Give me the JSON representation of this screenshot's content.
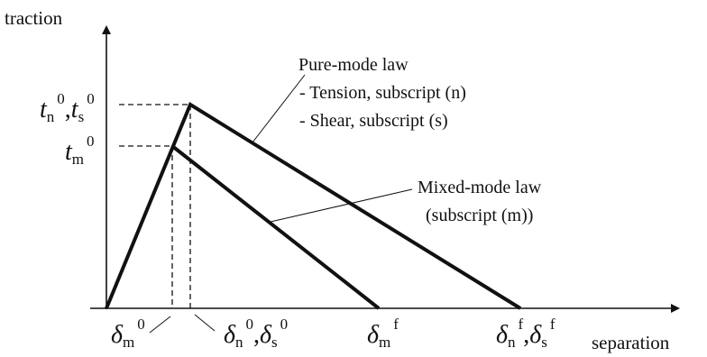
{
  "axes": {
    "y_title": "traction",
    "x_title": "separation"
  },
  "labels": {
    "t_ns": {
      "t": "t",
      "n": "n",
      "zero1": "0",
      "comma": ",",
      "t2": "t",
      "s": "s",
      "zero2": "0"
    },
    "t_m": {
      "t": "t",
      "m": "m",
      "zero": "0"
    },
    "d_m0": {
      "d": "δ",
      "m": "m",
      "zero": "0"
    },
    "d_ns0": {
      "d": "δ",
      "n": "n",
      "zero1": "0",
      "comma": ",",
      "d2": "δ",
      "s": "s",
      "zero2": "0"
    },
    "d_mf": {
      "d": "δ",
      "m": "m",
      "f": "f"
    },
    "d_nsf": {
      "d": "δ",
      "n": "n",
      "f1": "f",
      "comma": ",",
      "d2": "δ",
      "s": "s",
      "f2": "f"
    }
  },
  "annotations": {
    "pure_title": "Pure-mode law",
    "pure_line1": "- Tension, subscript (n)",
    "pure_line2": "- Shear, subscript (s)",
    "mixed_title": "Mixed-mode law",
    "mixed_line1": "(subscript (m))"
  },
  "colors": {
    "ink": "#111111",
    "background": "#ffffff"
  }
}
